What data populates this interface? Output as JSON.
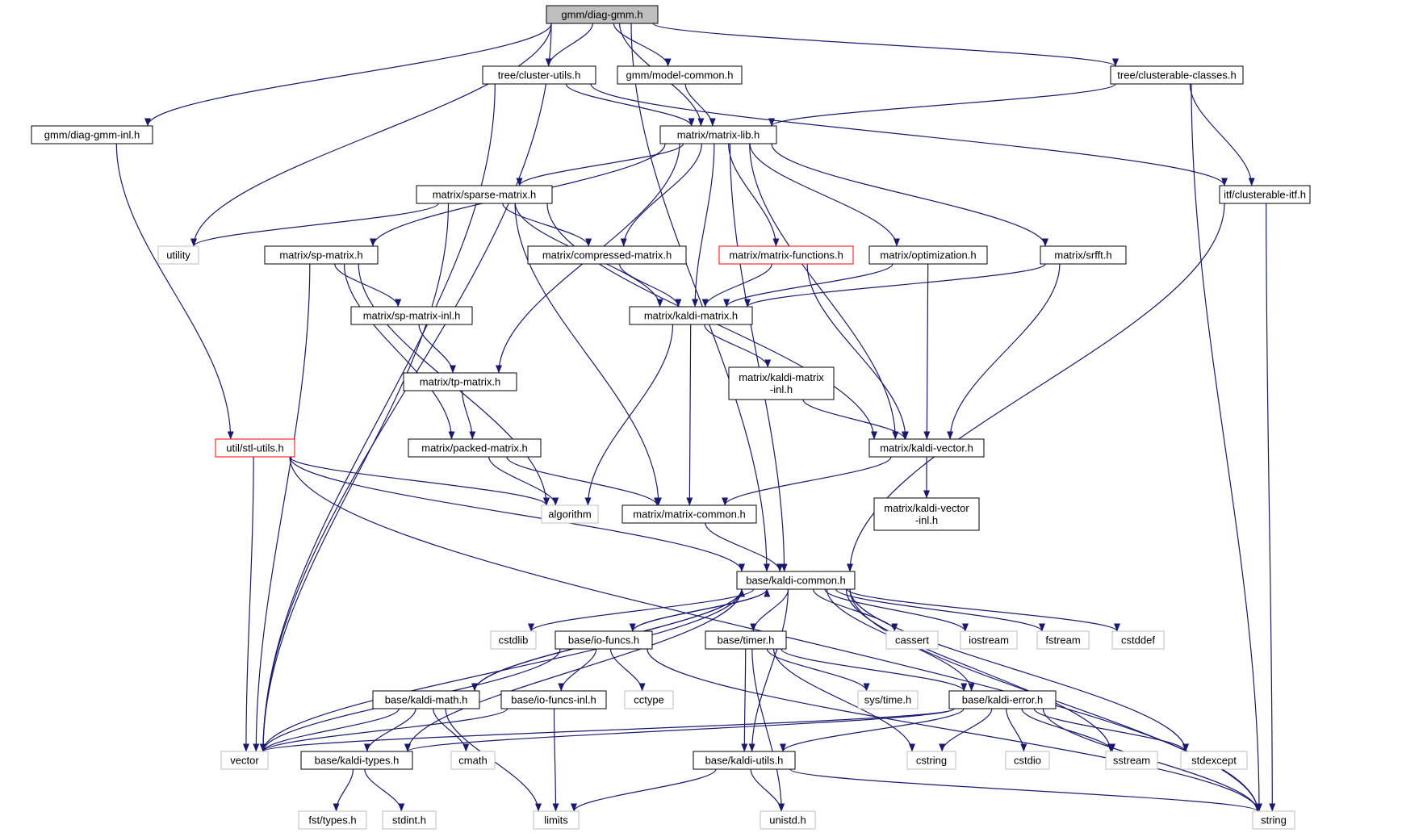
{
  "colors": {
    "edge": "#191970",
    "border_local": "#000000",
    "border_system": "#bfbfbf",
    "border_truncated": "#ff0000",
    "fill_root": "#bfbfbf",
    "fill_default": "#ffffff",
    "text_system": "#444444"
  },
  "nodes": [
    {
      "id": "diag-gmm",
      "label": "gmm/diag-gmm.h",
      "kind": "root"
    },
    {
      "id": "cluster-utils",
      "label": "tree/cluster-utils.h",
      "kind": "local"
    },
    {
      "id": "model-common",
      "label": "gmm/model-common.h",
      "kind": "local"
    },
    {
      "id": "clusterable-classes",
      "label": "tree/clusterable-classes.h",
      "kind": "local"
    },
    {
      "id": "diag-gmm-inl",
      "label": "gmm/diag-gmm-inl.h",
      "kind": "local"
    },
    {
      "id": "matrix-lib",
      "label": "matrix/matrix-lib.h",
      "kind": "local"
    },
    {
      "id": "sparse-matrix",
      "label": "matrix/sparse-matrix.h",
      "kind": "local"
    },
    {
      "id": "clusterable-itf",
      "label": "itf/clusterable-itf.h",
      "kind": "local"
    },
    {
      "id": "utility",
      "label": "utility",
      "kind": "system"
    },
    {
      "id": "sp-matrix",
      "label": "matrix/sp-matrix.h",
      "kind": "local"
    },
    {
      "id": "compressed-matrix",
      "label": "matrix/compressed-matrix.h",
      "kind": "local"
    },
    {
      "id": "matrix-functions",
      "label": "matrix/matrix-functions.h",
      "kind": "truncated"
    },
    {
      "id": "optimization",
      "label": "matrix/optimization.h",
      "kind": "local"
    },
    {
      "id": "srfft",
      "label": "matrix/srfft.h",
      "kind": "local"
    },
    {
      "id": "sp-matrix-inl",
      "label": "matrix/sp-matrix-inl.h",
      "kind": "local"
    },
    {
      "id": "kaldi-matrix",
      "label": "matrix/kaldi-matrix.h",
      "kind": "local"
    },
    {
      "id": "kaldi-matrix-inl",
      "label": "matrix/kaldi-matrix\n-inl.h",
      "kind": "local"
    },
    {
      "id": "tp-matrix",
      "label": "matrix/tp-matrix.h",
      "kind": "local"
    },
    {
      "id": "stl-utils",
      "label": "util/stl-utils.h",
      "kind": "truncated"
    },
    {
      "id": "packed-matrix",
      "label": "matrix/packed-matrix.h",
      "kind": "local"
    },
    {
      "id": "kaldi-vector",
      "label": "matrix/kaldi-vector.h",
      "kind": "local"
    },
    {
      "id": "algorithm",
      "label": "algorithm",
      "kind": "system"
    },
    {
      "id": "matrix-common",
      "label": "matrix/matrix-common.h",
      "kind": "local"
    },
    {
      "id": "kaldi-vector-inl",
      "label": "matrix/kaldi-vector\n-inl.h",
      "kind": "local"
    },
    {
      "id": "kaldi-common",
      "label": "base/kaldi-common.h",
      "kind": "local"
    },
    {
      "id": "cstdlib",
      "label": "cstdlib",
      "kind": "system"
    },
    {
      "id": "io-funcs",
      "label": "base/io-funcs.h",
      "kind": "local"
    },
    {
      "id": "timer",
      "label": "base/timer.h",
      "kind": "local"
    },
    {
      "id": "cassert",
      "label": "cassert",
      "kind": "system"
    },
    {
      "id": "iostream",
      "label": "iostream",
      "kind": "system"
    },
    {
      "id": "fstream",
      "label": "fstream",
      "kind": "system"
    },
    {
      "id": "cstddef",
      "label": "cstddef",
      "kind": "system"
    },
    {
      "id": "cctype",
      "label": "cctype",
      "kind": "system"
    },
    {
      "id": "sys-time",
      "label": "sys/time.h",
      "kind": "system"
    },
    {
      "id": "kaldi-math",
      "label": "base/kaldi-math.h",
      "kind": "local"
    },
    {
      "id": "io-funcs-inl",
      "label": "base/io-funcs-inl.h",
      "kind": "local"
    },
    {
      "id": "kaldi-error",
      "label": "base/kaldi-error.h",
      "kind": "local"
    },
    {
      "id": "vector",
      "label": "vector",
      "kind": "system"
    },
    {
      "id": "kaldi-types",
      "label": "base/kaldi-types.h",
      "kind": "local"
    },
    {
      "id": "cmath",
      "label": "cmath",
      "kind": "system"
    },
    {
      "id": "kaldi-utils",
      "label": "base/kaldi-utils.h",
      "kind": "local"
    },
    {
      "id": "cstring",
      "label": "cstring",
      "kind": "system"
    },
    {
      "id": "cstdio",
      "label": "cstdio",
      "kind": "system"
    },
    {
      "id": "sstream",
      "label": "sstream",
      "kind": "system"
    },
    {
      "id": "stdexcept",
      "label": "stdexcept",
      "kind": "system"
    },
    {
      "id": "fst-types",
      "label": "fst/types.h",
      "kind": "system"
    },
    {
      "id": "stdint",
      "label": "stdint.h",
      "kind": "system"
    },
    {
      "id": "limits",
      "label": "limits",
      "kind": "system"
    },
    {
      "id": "unistd",
      "label": "unistd.h",
      "kind": "system"
    },
    {
      "id": "string",
      "label": "string",
      "kind": "system"
    }
  ],
  "edges": [
    [
      "diag-gmm",
      "cluster-utils"
    ],
    [
      "diag-gmm",
      "model-common"
    ],
    [
      "diag-gmm",
      "clusterable-classes"
    ],
    [
      "diag-gmm",
      "diag-gmm-inl"
    ],
    [
      "diag-gmm",
      "matrix-lib"
    ],
    [
      "diag-gmm",
      "utility"
    ],
    [
      "diag-gmm",
      "vector"
    ],
    [
      "diag-gmm",
      "kaldi-common"
    ],
    [
      "cluster-utils",
      "matrix-lib"
    ],
    [
      "cluster-utils",
      "clusterable-itf"
    ],
    [
      "cluster-utils",
      "vector"
    ],
    [
      "model-common",
      "matrix-lib"
    ],
    [
      "clusterable-classes",
      "matrix-lib"
    ],
    [
      "clusterable-classes",
      "clusterable-itf"
    ],
    [
      "clusterable-classes",
      "string"
    ],
    [
      "diag-gmm-inl",
      "stl-utils"
    ],
    [
      "matrix-lib",
      "sparse-matrix"
    ],
    [
      "matrix-lib",
      "sp-matrix"
    ],
    [
      "matrix-lib",
      "compressed-matrix"
    ],
    [
      "matrix-lib",
      "matrix-functions"
    ],
    [
      "matrix-lib",
      "optimization"
    ],
    [
      "matrix-lib",
      "srfft"
    ],
    [
      "matrix-lib",
      "kaldi-matrix"
    ],
    [
      "matrix-lib",
      "tp-matrix"
    ],
    [
      "matrix-lib",
      "kaldi-vector"
    ],
    [
      "matrix-lib",
      "kaldi-common"
    ],
    [
      "sparse-matrix",
      "utility"
    ],
    [
      "sparse-matrix",
      "vector"
    ],
    [
      "sparse-matrix",
      "compressed-matrix"
    ],
    [
      "sparse-matrix",
      "kaldi-matrix"
    ],
    [
      "sparse-matrix",
      "kaldi-vector"
    ],
    [
      "sparse-matrix",
      "matrix-common"
    ],
    [
      "clusterable-itf",
      "kaldi-common"
    ],
    [
      "clusterable-itf",
      "string"
    ],
    [
      "sp-matrix",
      "sp-matrix-inl"
    ],
    [
      "sp-matrix",
      "packed-matrix"
    ],
    [
      "sp-matrix",
      "algorithm"
    ],
    [
      "sp-matrix",
      "vector"
    ],
    [
      "compressed-matrix",
      "kaldi-matrix"
    ],
    [
      "matrix-functions",
      "kaldi-matrix"
    ],
    [
      "matrix-functions",
      "kaldi-vector"
    ],
    [
      "optimization",
      "kaldi-matrix"
    ],
    [
      "optimization",
      "kaldi-vector"
    ],
    [
      "srfft",
      "kaldi-matrix"
    ],
    [
      "srfft",
      "kaldi-vector"
    ],
    [
      "sp-matrix-inl",
      "tp-matrix"
    ],
    [
      "kaldi-matrix",
      "kaldi-matrix-inl"
    ],
    [
      "kaldi-matrix",
      "algorithm"
    ],
    [
      "kaldi-matrix",
      "matrix-common"
    ],
    [
      "kaldi-matrix-inl",
      "kaldi-vector"
    ],
    [
      "tp-matrix",
      "packed-matrix"
    ],
    [
      "stl-utils",
      "algorithm"
    ],
    [
      "stl-utils",
      "vector"
    ],
    [
      "stl-utils",
      "kaldi-common"
    ],
    [
      "stl-utils",
      "string"
    ],
    [
      "packed-matrix",
      "algorithm"
    ],
    [
      "packed-matrix",
      "matrix-common"
    ],
    [
      "kaldi-vector",
      "kaldi-vector-inl"
    ],
    [
      "kaldi-vector",
      "matrix-common"
    ],
    [
      "matrix-common",
      "kaldi-common"
    ],
    [
      "kaldi-common",
      "cstdlib"
    ],
    [
      "kaldi-common",
      "io-funcs"
    ],
    [
      "kaldi-common",
      "timer"
    ],
    [
      "kaldi-common",
      "cassert"
    ],
    [
      "kaldi-common",
      "iostream"
    ],
    [
      "kaldi-common",
      "fstream"
    ],
    [
      "kaldi-common",
      "cstddef"
    ],
    [
      "kaldi-common",
      "kaldi-math"
    ],
    [
      "kaldi-common",
      "kaldi-error"
    ],
    [
      "kaldi-common",
      "vector"
    ],
    [
      "kaldi-common",
      "kaldi-types"
    ],
    [
      "kaldi-common",
      "kaldi-utils"
    ],
    [
      "kaldi-common",
      "sstream"
    ],
    [
      "kaldi-common",
      "stdexcept"
    ],
    [
      "kaldi-common",
      "string"
    ],
    [
      "io-funcs",
      "kaldi-common"
    ],
    [
      "io-funcs",
      "io-funcs-inl"
    ],
    [
      "io-funcs",
      "cctype"
    ],
    [
      "io-funcs",
      "vector"
    ],
    [
      "io-funcs",
      "string"
    ],
    [
      "timer",
      "sys-time"
    ],
    [
      "timer",
      "kaldi-error"
    ],
    [
      "timer",
      "kaldi-utils"
    ],
    [
      "timer",
      "unistd"
    ],
    [
      "timer",
      "cstring"
    ],
    [
      "kaldi-math",
      "kaldi-common"
    ],
    [
      "kaldi-math",
      "kaldi-types"
    ],
    [
      "kaldi-math",
      "cmath"
    ],
    [
      "kaldi-math",
      "limits"
    ],
    [
      "kaldi-math",
      "vector"
    ],
    [
      "io-funcs-inl",
      "vector"
    ],
    [
      "io-funcs-inl",
      "limits"
    ],
    [
      "kaldi-error",
      "vector"
    ],
    [
      "kaldi-error",
      "kaldi-types"
    ],
    [
      "kaldi-error",
      "kaldi-utils"
    ],
    [
      "kaldi-error",
      "cstring"
    ],
    [
      "kaldi-error",
      "cstdio"
    ],
    [
      "kaldi-error",
      "sstream"
    ],
    [
      "kaldi-error",
      "stdexcept"
    ],
    [
      "kaldi-error",
      "string"
    ],
    [
      "kaldi-types",
      "fst-types"
    ],
    [
      "kaldi-types",
      "stdint"
    ],
    [
      "kaldi-utils",
      "limits"
    ],
    [
      "kaldi-utils",
      "unistd"
    ],
    [
      "kaldi-utils",
      "string"
    ]
  ]
}
